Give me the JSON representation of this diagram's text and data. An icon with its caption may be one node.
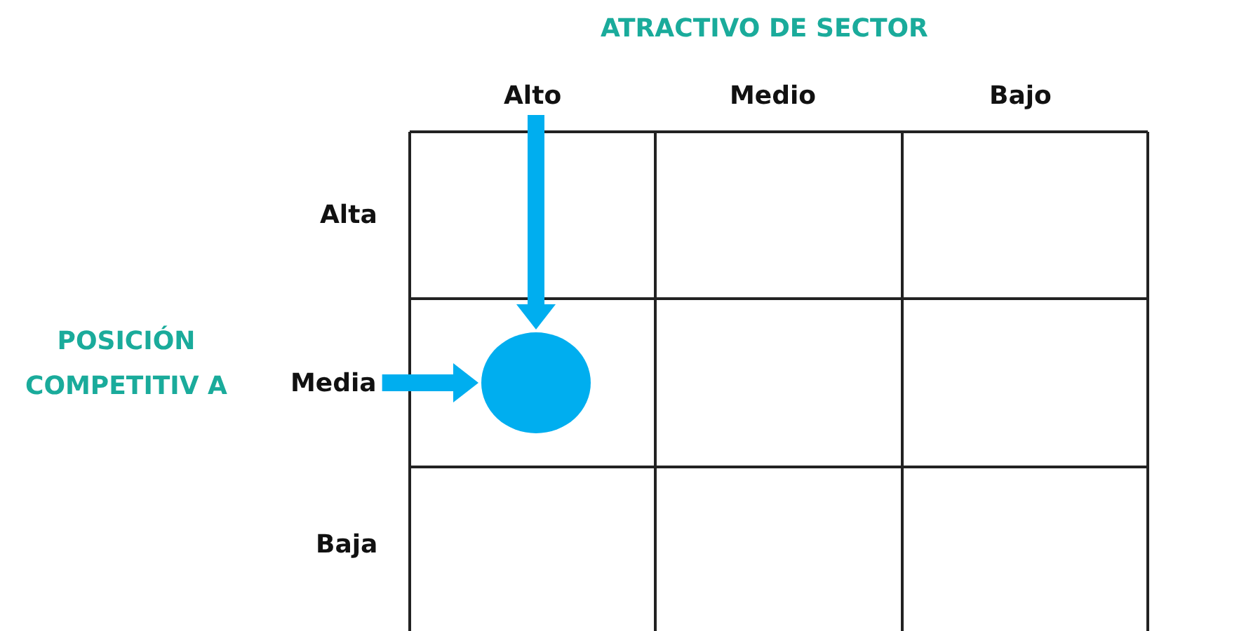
{
  "diagram": {
    "title": "ATRACTIVO DE SECTOR",
    "nodes": [
      {
        "text": [
          "Alto"
        ]
      },
      {
        "text": [
          "Media"
        ]
      },
      {
        "text": [],
        "shape": "circle"
      }
    ],
    "edges": [
      {
        "from": 0,
        "to": 2,
        "arrow": "to"
      },
      {
        "from": 1,
        "to": 2,
        "arrow": "to"
      }
    ],
    "labels": [
      "Medio",
      "Bajo",
      "Alta",
      "Baja",
      "POSICIÓN COMPETITIV A"
    ]
  }
}
